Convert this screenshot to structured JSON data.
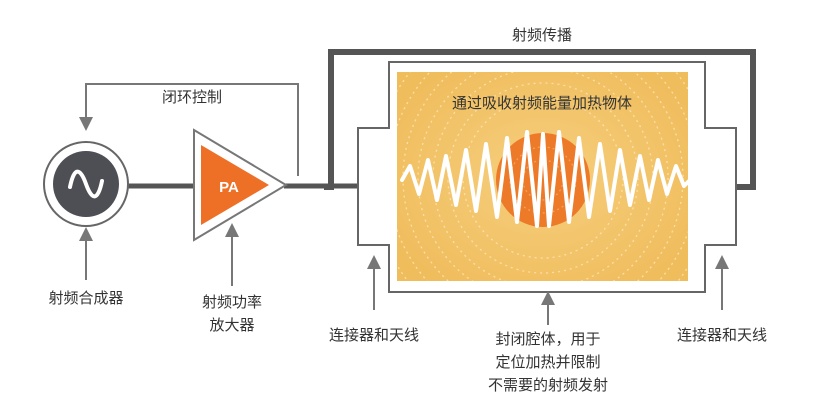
{
  "colors": {
    "stroke": "#555555",
    "arrow": "#777777",
    "synth_fill": "#4d4f55",
    "amp_fill": "#ee7026",
    "cavity_fill": "#f2c46a",
    "hot_core": "#ec7a28",
    "wave": "#ffffff",
    "text": "#333333"
  },
  "labels": {
    "closed_loop": "闭环控制",
    "rf_propagation": "射频传播",
    "synthesizer": "射频合成器",
    "amp_line1": "射频功率",
    "amp_line2": "放大器",
    "amp_tag": "PA",
    "connector_left": "连接器和天线",
    "connector_right": "连接器和天线",
    "cavity_line1": "封闭腔体，用于",
    "cavity_line2": "定位加热并限制",
    "cavity_line3": "不需要的射频发射",
    "heating": "通过吸收射频能量加热物体"
  },
  "icons": {
    "synthesizer": "sine-wave-icon",
    "amplifier": "triangle-amplifier-icon"
  }
}
